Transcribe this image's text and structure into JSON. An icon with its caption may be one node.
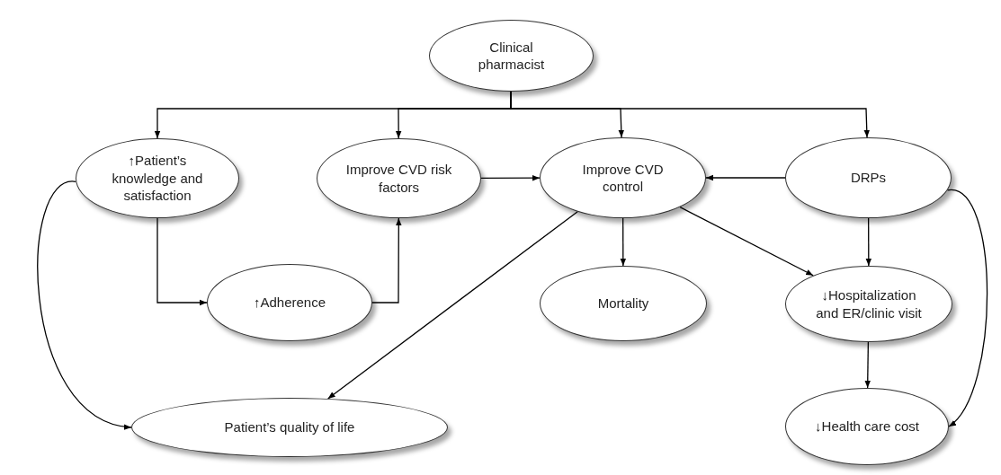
{
  "diagram": {
    "nodes": [
      {
        "text": [
          "Clinical pharmacist"
        ]
      },
      {
        "text": [
          "↑Patient’s knowledge and satisfaction"
        ]
      },
      {
        "text": [
          "Improve CVD risk factors"
        ]
      },
      {
        "text": [
          "Improve CVD control"
        ]
      },
      {
        "text": [
          "DRPs"
        ]
      },
      {
        "text": [
          "↑Adherence"
        ]
      },
      {
        "text": [
          "Mortality"
        ]
      },
      {
        "text": [
          "↓Hospitalization and ER/clinic visit"
        ]
      },
      {
        "text": [
          "Patient’s quality of life"
        ]
      },
      {
        "text": [
          "↓Health care cost"
        ]
      }
    ],
    "edges": [
      {
        "from": 0,
        "to": 1,
        "arrow": "to"
      },
      {
        "from": 0,
        "to": 2,
        "arrow": "to"
      },
      {
        "from": 0,
        "to": 3,
        "arrow": "to"
      },
      {
        "from": 0,
        "to": 4,
        "arrow": "to"
      },
      {
        "from": 1,
        "to": 5,
        "arrow": "to"
      },
      {
        "from": 5,
        "to": 2,
        "arrow": "to"
      },
      {
        "from": 2,
        "to": 3,
        "arrow": "to"
      },
      {
        "from": 4,
        "to": 3,
        "arrow": "to"
      },
      {
        "from": 3,
        "to": 6,
        "arrow": "to"
      },
      {
        "from": 3,
        "to": 7,
        "arrow": "to"
      },
      {
        "from": 4,
        "to": 7,
        "arrow": "to"
      },
      {
        "from": 7,
        "to": 9,
        "arrow": "to"
      },
      {
        "from": 3,
        "to": 8,
        "arrow": "to"
      },
      {
        "from": 1,
        "to": 8,
        "arrow": "to"
      },
      {
        "from": 4,
        "to": 9,
        "arrow": "to"
      }
    ]
  }
}
